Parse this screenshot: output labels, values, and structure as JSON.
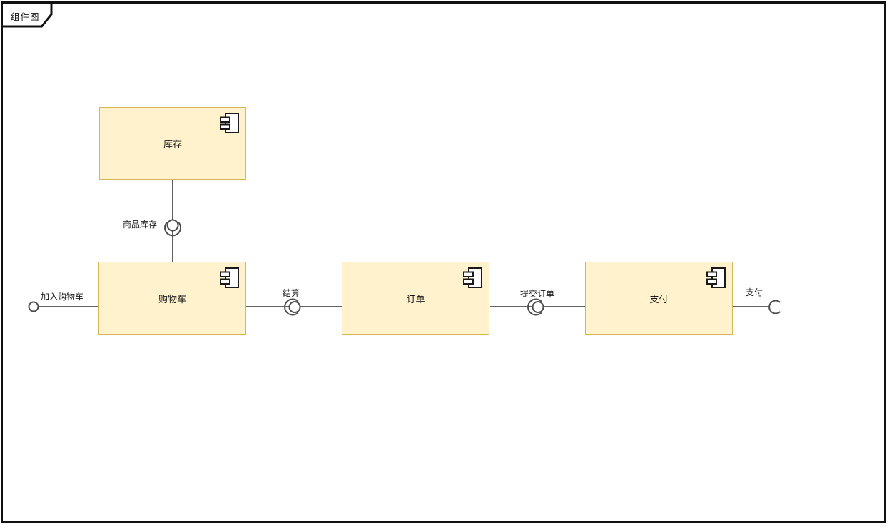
{
  "frame": {
    "title": "组件图"
  },
  "diagram": {
    "components": [
      {
        "name": "库存"
      },
      {
        "name": "购物车"
      },
      {
        "name": "订单"
      },
      {
        "name": "支付"
      }
    ],
    "interfaces": [
      {
        "label": "加入购物车",
        "symbol": "provided-ball",
        "attached_to": "购物车"
      },
      {
        "label": "商品库存",
        "symbol": "ball-socket",
        "between": [
          "库存",
          "购物车"
        ]
      },
      {
        "label": "结算",
        "symbol": "ball-socket",
        "between": [
          "购物车",
          "订单"
        ]
      },
      {
        "label": "提交订单",
        "symbol": "ball-socket",
        "between": [
          "订单",
          "支付"
        ]
      },
      {
        "label": "支付",
        "symbol": "required-socket",
        "attached_to": "支付"
      }
    ],
    "colors": {
      "component_fill": "#FFF2CC",
      "component_stroke": "#D6B656",
      "connector": "#4d4d4d",
      "frame_stroke": "#111111",
      "background": "#FFFFFF",
      "text": "#1A1A1A"
    }
  }
}
